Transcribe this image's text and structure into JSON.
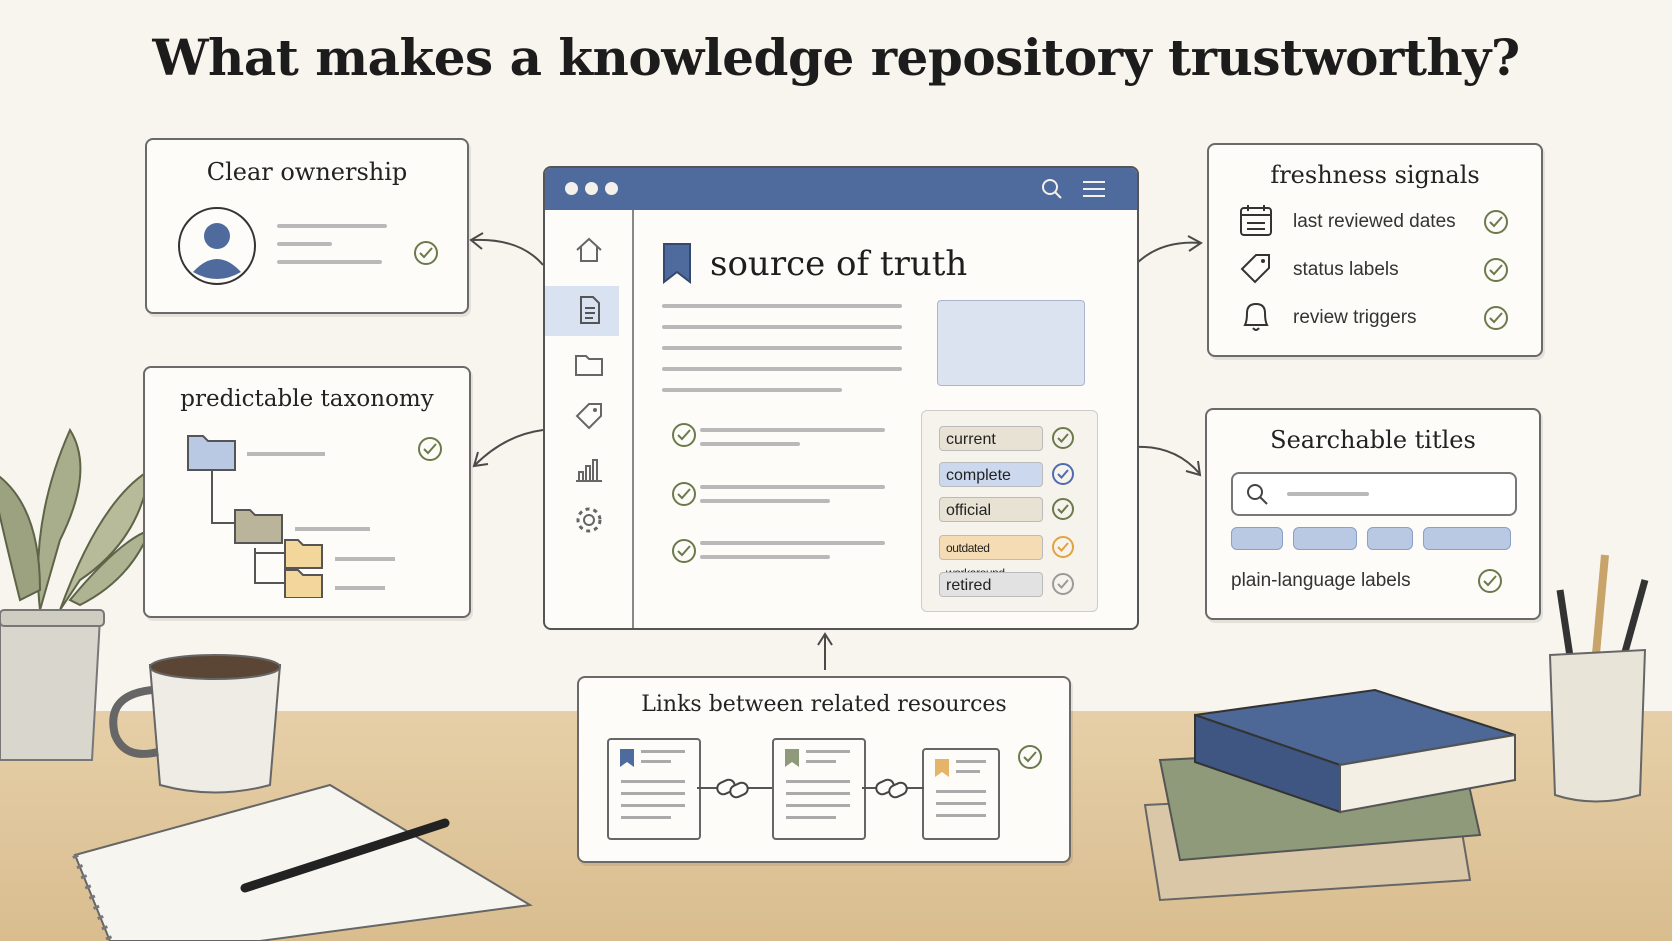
{
  "title": "What makes a knowledge repository trustworthy?",
  "window": {
    "heading": "source of truth",
    "statuses": [
      {
        "label": "current",
        "color": "#e8e2d4",
        "check": "#6b7a4a"
      },
      {
        "label": "complete",
        "color": "#cbd8ee",
        "check": "#4f6bb0"
      },
      {
        "label": "official",
        "color": "#e8e2d4",
        "check": "#6b7a4a"
      },
      {
        "label": "outdated workaround",
        "color": "#f6dcb4",
        "check": "#e2a23f"
      },
      {
        "label": "retired",
        "color": "#e2e2e2",
        "check": "#9a9a9a"
      }
    ],
    "sidebar_icons": [
      "home-icon",
      "document-icon",
      "folder-icon",
      "tag-icon",
      "chart-icon",
      "gear-icon"
    ]
  },
  "cards": {
    "ownership": {
      "title": "Clear ownership"
    },
    "taxonomy": {
      "title": "predictable taxonomy"
    },
    "freshness": {
      "title": "freshness signals",
      "items": [
        {
          "label": "last reviewed dates",
          "icon": "calendar-icon"
        },
        {
          "label": "status labels",
          "icon": "tag-icon"
        },
        {
          "label": "review triggers",
          "icon": "bell-icon"
        }
      ]
    },
    "searchable": {
      "title": "Searchable titles",
      "footer": "plain-language labels"
    },
    "links": {
      "title": "Links between related resources"
    }
  },
  "colors": {
    "accent": "#4f6b9e",
    "check": "#6b7a4a",
    "folder_blue": "#b9c9e4",
    "folder_olive": "#b9b49a",
    "folder_yellow": "#f3d69b"
  }
}
